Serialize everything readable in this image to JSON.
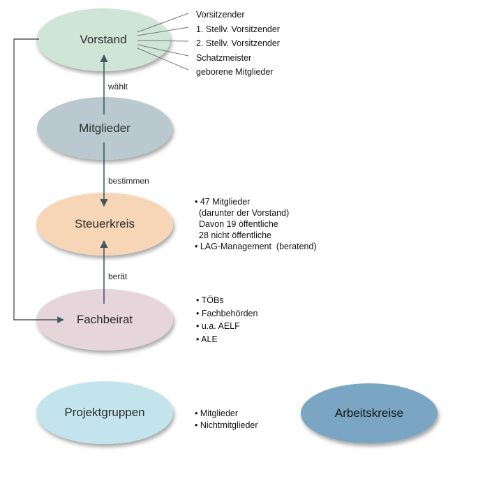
{
  "nodes": {
    "vorstand": "Vorstand",
    "mitglieder": "Mitglieder",
    "steuerkreis": "Steuerkreis",
    "fachbeirat": "Fachbeirat",
    "projektgruppen": "Projektgruppen",
    "arbeitskreise": "Arbeitskreise"
  },
  "edges": {
    "waehlt": "wählt",
    "bestimmen": "bestimmen",
    "beraet": "berät"
  },
  "vorstand_roles": [
    "Vorsitzender",
    "1. Stellv. Vorsitzender",
    "2. Stellv. Vorsitzender",
    "Schatzmeister",
    "geborene Mitglieder"
  ],
  "steuerkreis_notes": [
    "• 47 Mitglieder",
    "(darunter der Vorstand)",
    "Davon 19 öffentliche",
    "28 nicht öffentliche",
    "• LAG-Management  (beratend)"
  ],
  "fachbeirat_notes": [
    "• TÖBs",
    "• Fachbehörden",
    "• u.a. AELF",
    "• ALE"
  ],
  "projektgruppen_notes": [
    "• Mitglieder",
    "• Nichtmitglieder"
  ],
  "colors": {
    "vorstand": "#cfe5d5",
    "mitglieder": "#b9c9cf",
    "steuerkreis": "#f6d6b6",
    "fachbeirat": "#e6d6db",
    "projektgruppen": "#c3e4ec",
    "arbeitskreise": "#7aa6c4",
    "arrow": "#3e5b60"
  }
}
